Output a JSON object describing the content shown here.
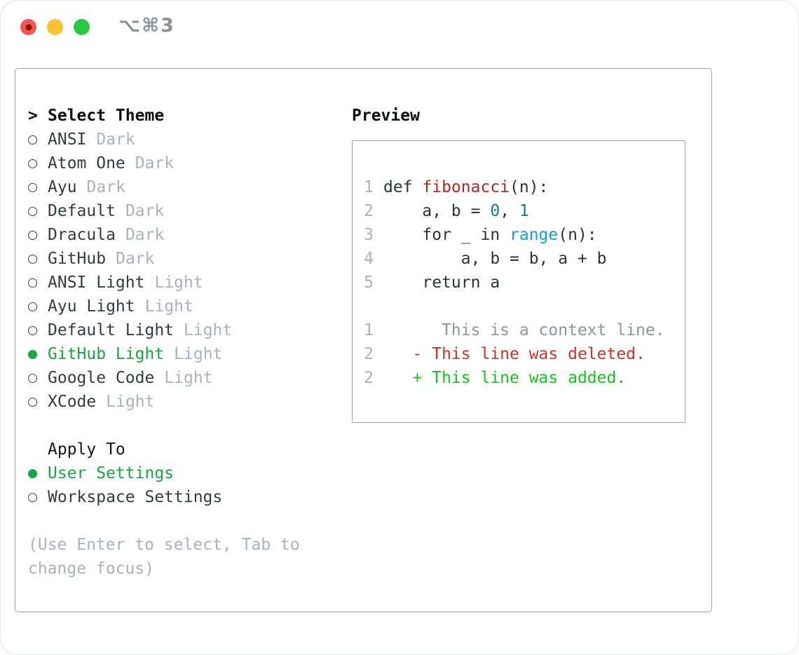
{
  "window": {
    "title": "⌥⌘3"
  },
  "picker": {
    "prompt": ">",
    "title": "Select Theme",
    "items": [
      {
        "name": "ANSI",
        "variant": "Dark",
        "selected": false
      },
      {
        "name": "Atom One",
        "variant": "Dark",
        "selected": false
      },
      {
        "name": "Ayu",
        "variant": "Dark",
        "selected": false
      },
      {
        "name": "Default",
        "variant": "Dark",
        "selected": false
      },
      {
        "name": "Dracula",
        "variant": "Dark",
        "selected": false
      },
      {
        "name": "GitHub",
        "variant": "Dark",
        "selected": false
      },
      {
        "name": "ANSI Light",
        "variant": "Light",
        "selected": false
      },
      {
        "name": "Ayu Light",
        "variant": "Light",
        "selected": false
      },
      {
        "name": "Default Light",
        "variant": "Light",
        "selected": false
      },
      {
        "name": "GitHub Light",
        "variant": "Light",
        "selected": true
      },
      {
        "name": "Google Code",
        "variant": "Light",
        "selected": false
      },
      {
        "name": "XCode",
        "variant": "Light",
        "selected": false
      }
    ],
    "apply_to": {
      "label": "Apply To",
      "options": [
        {
          "name": "User Settings",
          "selected": true
        },
        {
          "name": "Workspace Settings",
          "selected": false
        }
      ]
    },
    "hint_lines": [
      "(Use Enter to select, Tab to",
      "change focus)"
    ]
  },
  "preview": {
    "label": "Preview",
    "lines": [
      {
        "num": "1",
        "tokens": [
          {
            "t": "def ",
            "c": "fg"
          },
          {
            "t": "fibonacci",
            "c": "func"
          },
          {
            "t": "(n):",
            "c": "fg"
          }
        ]
      },
      {
        "num": "2",
        "tokens": [
          {
            "t": "    a, b = ",
            "c": "fg"
          },
          {
            "t": "0",
            "c": "numlit"
          },
          {
            "t": ", ",
            "c": "fg"
          },
          {
            "t": "1",
            "c": "numlit"
          }
        ]
      },
      {
        "num": "3",
        "tokens": [
          {
            "t": "    for _ in ",
            "c": "fg"
          },
          {
            "t": "range",
            "c": "call"
          },
          {
            "t": "(n):",
            "c": "fg"
          }
        ]
      },
      {
        "num": "4",
        "tokens": [
          {
            "t": "        a, b = b, a + b",
            "c": "fg"
          }
        ]
      },
      {
        "num": "5",
        "tokens": [
          {
            "t": "    return a",
            "c": "fg"
          }
        ]
      },
      {
        "num": "",
        "tokens": []
      },
      {
        "num": "1",
        "tokens": [
          {
            "t": "      This is a context line.",
            "c": "context"
          }
        ]
      },
      {
        "num": "2",
        "tokens": [
          {
            "t": "   - This line was deleted.",
            "c": "deleted"
          }
        ]
      },
      {
        "num": "2",
        "tokens": [
          {
            "t": "   + This line was added.",
            "c": "added"
          }
        ]
      }
    ]
  },
  "colors": {
    "accent_green": "#16a83e",
    "added_green": "#14c41e",
    "deleted_red": "#cc3328",
    "function_red": "#b0271f",
    "number_teal": "#0f7d84",
    "call_blue": "#169bd7",
    "code_fg": "#2d3339",
    "context_gray": "#8d959d",
    "muted_gray": "#a9b2bd",
    "item_fg": "#343b42",
    "heading_fg": "#0b0f12",
    "border_gray": "#9aa3ad",
    "titlebar_gray": "#8a9096",
    "traffic_red": "#f2554e",
    "traffic_red_dot": "#8c120b",
    "traffic_yellow": "#ffc12f",
    "traffic_green": "#27c93f"
  }
}
